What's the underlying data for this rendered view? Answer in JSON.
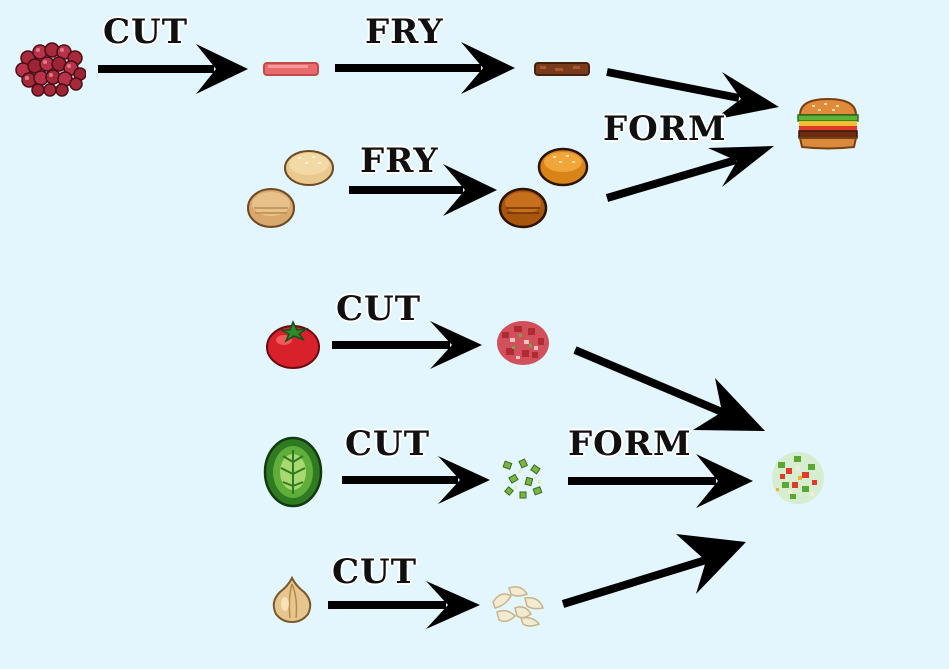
{
  "palette": {
    "background": "#e3f5fd",
    "arrow": "#000000",
    "label_text": "#101010"
  },
  "burger": {
    "beef": {
      "icon": "raw-beef-icon"
    },
    "cut_label": "CUT",
    "raw_patty": {
      "icon": "raw-patty-icon"
    },
    "fry_patty_label": "FRY",
    "cooked_patty": {
      "icon": "cooked-patty-icon"
    },
    "raw_buns": {
      "icon": "raw-buns-icon"
    },
    "fry_buns_label": "FRY",
    "toasted_buns": {
      "icon": "toasted-buns-icon"
    },
    "form_label": "FORM",
    "result": {
      "icon": "burger-icon"
    }
  },
  "salad": {
    "tomato": {
      "icon": "tomato-icon"
    },
    "tomato_cut_label": "CUT",
    "tomato_chopped": {
      "icon": "chopped-tomato-icon"
    },
    "lettuce": {
      "icon": "lettuce-icon"
    },
    "lettuce_cut_label": "CUT",
    "lettuce_chopped": {
      "icon": "chopped-lettuce-icon"
    },
    "form_label": "FORM",
    "onion": {
      "icon": "onion-icon"
    },
    "onion_cut_label": "CUT",
    "onion_chopped": {
      "icon": "chopped-onion-icon"
    },
    "result": {
      "icon": "salad-icon"
    }
  }
}
